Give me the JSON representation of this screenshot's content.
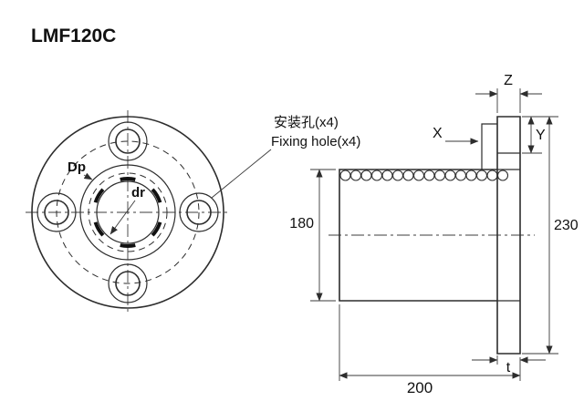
{
  "title": "LMF120C",
  "front_view": {
    "bolt_circle_label": "Dp",
    "bore_label": "dr"
  },
  "callout": {
    "line1": "安装孔(x4)",
    "line2": "Fixing hole(x4)"
  },
  "dimensions": {
    "body_od": "180",
    "flange_od": "230",
    "length": "200",
    "flange_width": "Z",
    "groove_x": "X",
    "groove_y": "Y",
    "flange_thickness": "t"
  }
}
